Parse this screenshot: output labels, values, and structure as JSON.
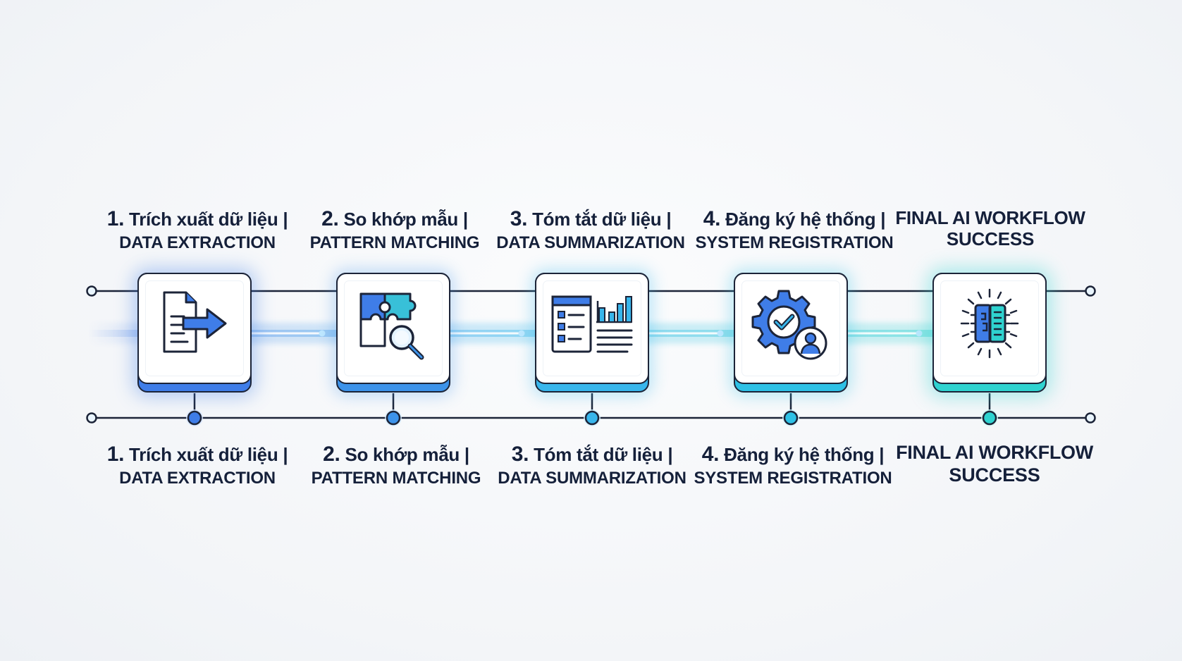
{
  "colors": {
    "ink": "#15203a",
    "step1": "#3f7de8",
    "step2": "#3d93ea",
    "step3": "#38b6ec",
    "step4": "#2ec1e6",
    "step5": "#2fd3d0"
  },
  "steps": [
    {
      "number": "1.",
      "vi": "Trích xuất dữ liệu |",
      "en": "DATA EXTRACTION",
      "icon": "document-export-icon"
    },
    {
      "number": "2.",
      "vi": "So khớp mẫu |",
      "en": "PATTERN MATCHING",
      "icon": "puzzle-search-icon"
    },
    {
      "number": "3.",
      "vi": "Tóm tắt dữ liệu |",
      "en": "DATA SUMMARIZATION",
      "icon": "report-chart-icon"
    },
    {
      "number": "4.",
      "vi": "Đăng ký hệ thống |",
      "en": "SYSTEM REGISTRATION",
      "icon": "gear-user-icon"
    },
    {
      "title_line1": "FINAL AI WORKFLOW",
      "title_line2": "SUCCESS",
      "icon": "ai-chip-success-icon"
    }
  ]
}
